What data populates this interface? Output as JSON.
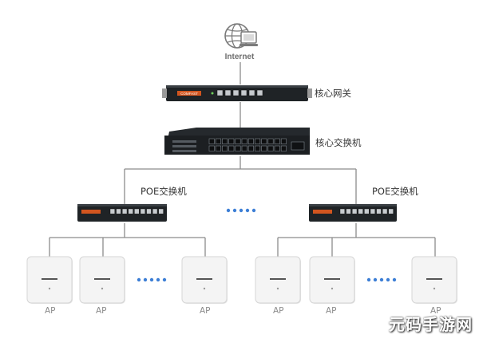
{
  "internet": {
    "label": "Internet"
  },
  "gateway": {
    "label": "核心网关"
  },
  "core_switch": {
    "label": "核心交换机"
  },
  "poe_switches": [
    {
      "label": "POE交换机"
    },
    {
      "label": "POE交换机"
    }
  ],
  "ap_labels": [
    "AP",
    "AP",
    "AP",
    "AP",
    "AP",
    "AP"
  ],
  "device_brand": "COMFAST",
  "watermark": "元码手游网",
  "colors": {
    "line": "#8c8c8c",
    "dots": "#3d7fd6",
    "device": "#1f2326",
    "ap": "#f4f4f4"
  }
}
